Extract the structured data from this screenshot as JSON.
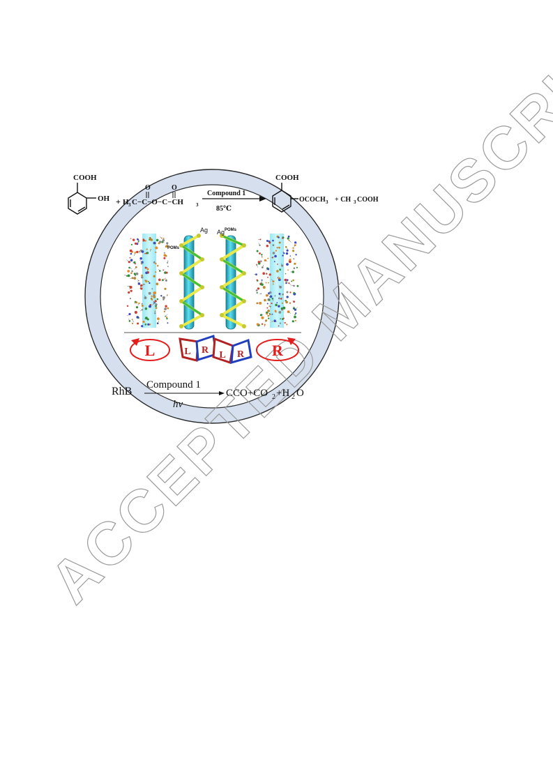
{
  "watermark": {
    "text": "ACCEPTED MANUSCRIPT"
  },
  "reaction1": {
    "reactant1_top": "COOH",
    "reactant1_side": "OH",
    "plus1": "+",
    "anhydride_left": "H",
    "anhydride_left_sub": "3",
    "anhydride_core": "C−C−O−C−CH",
    "anhydride_sub": "3",
    "carbonyl_o": "O",
    "catalyst": "Compound 1",
    "temperature": "85℃",
    "product_top": "COOH",
    "product_side": "OCOCH",
    "product_side_sub": "3",
    "byproduct_prefix": "+ CH",
    "byproduct_sub": "3",
    "byproduct_suffix": "COOH"
  },
  "structure_panel": {
    "label_ag_left": "Ag",
    "label_poms_left": "POMs",
    "label_ag_right": "Ag",
    "label_poms_right": "POMs",
    "chirality_left": "L",
    "chirality_right": "R",
    "ribbon_labels": [
      "L",
      "R",
      "L",
      "R"
    ]
  },
  "reaction2": {
    "reactant": "RhB",
    "catalyst": "Compound 1",
    "condition": "hν",
    "products_a": "CCO+CO",
    "products_sub1": "2",
    "products_b": "+H",
    "products_sub2": "2",
    "products_c": "O"
  },
  "colors": {
    "ring_fill": "#d5dfee",
    "ring_stroke": "#2b2b2b",
    "helix_cyan": "#39c6dc",
    "ag_yellow": "#e9e94a",
    "poms_green": "#3fbf3f",
    "chirality_red": "#e31c1c",
    "ribbon_red": "#b22222",
    "ribbon_blue": "#1f3fbf"
  }
}
